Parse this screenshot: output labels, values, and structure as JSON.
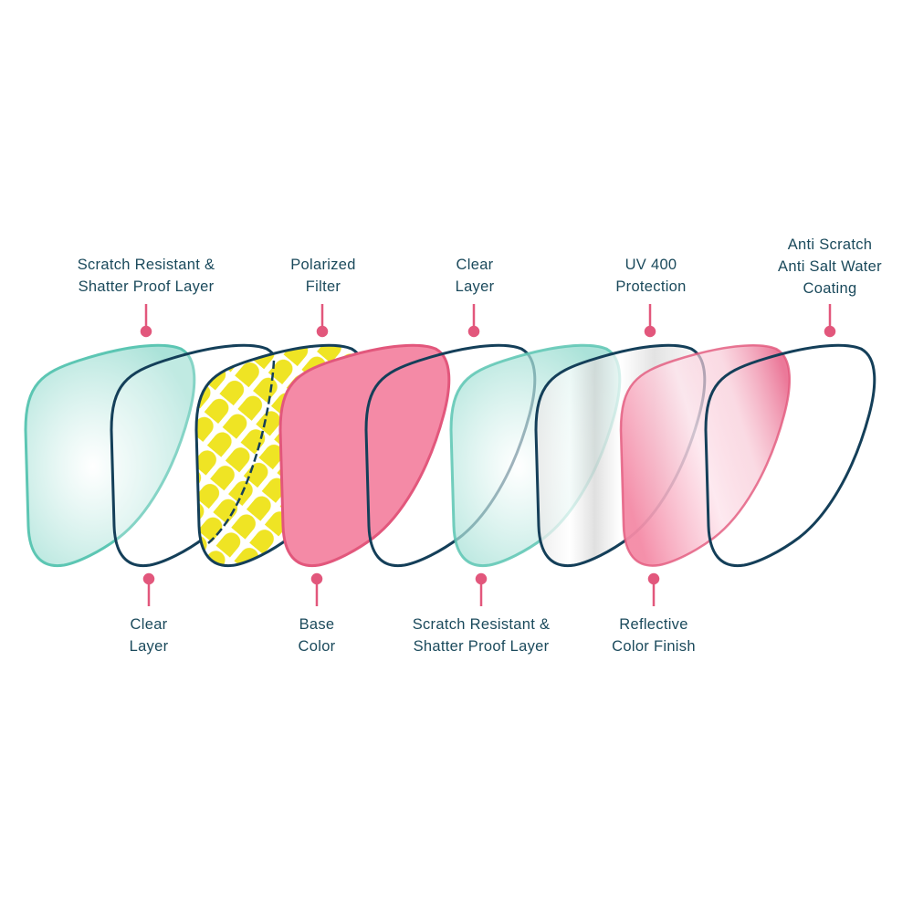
{
  "colors": {
    "text": "#1b4a5c",
    "pin": "#e2577c",
    "teal": "#5cc6b3",
    "navy": "#143f59",
    "pink": "#f48aa6",
    "yellow": "#efe424"
  },
  "top_labels": [
    {
      "lines": [
        "Scratch Resistant &",
        "Shatter Proof Layer"
      ]
    },
    {
      "lines": [
        "Polarized",
        "Filter"
      ]
    },
    {
      "lines": [
        "Clear",
        "Layer"
      ]
    },
    {
      "lines": [
        "UV 400",
        "Protection"
      ]
    },
    {
      "lines": [
        "Anti Scratch",
        "Anti Salt Water",
        "Coating"
      ]
    }
  ],
  "bottom_labels": [
    {
      "lines": [
        "Clear",
        "Layer"
      ]
    },
    {
      "lines": [
        "Base",
        "Color"
      ]
    },
    {
      "lines": [
        "Scratch Resistant &",
        "Shatter Proof Layer"
      ]
    },
    {
      "lines": [
        "Reflective",
        "Color Finish"
      ]
    }
  ]
}
